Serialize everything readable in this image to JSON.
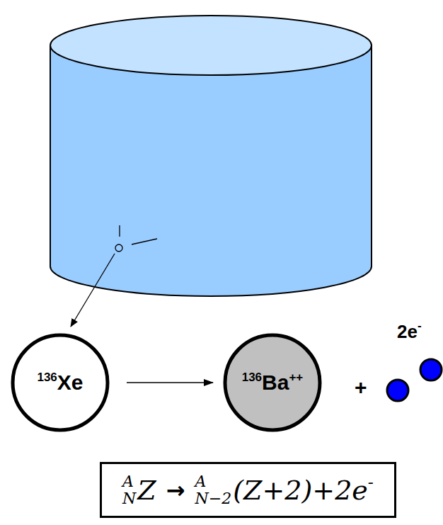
{
  "diagram": {
    "nodes": [
      {
        "text": [
          "136Xe"
        ]
      },
      {
        "text": [
          "136Ba++"
        ]
      },
      {
        "text": [
          "A",
          "N",
          "Z",
          "→",
          "A",
          "N−2",
          "(Z+2)+2e-"
        ]
      }
    ],
    "edges": [
      {
        "from": 0,
        "to": 1,
        "arrow": "to"
      }
    ],
    "labels": [
      "2e-",
      "+"
    ]
  }
}
